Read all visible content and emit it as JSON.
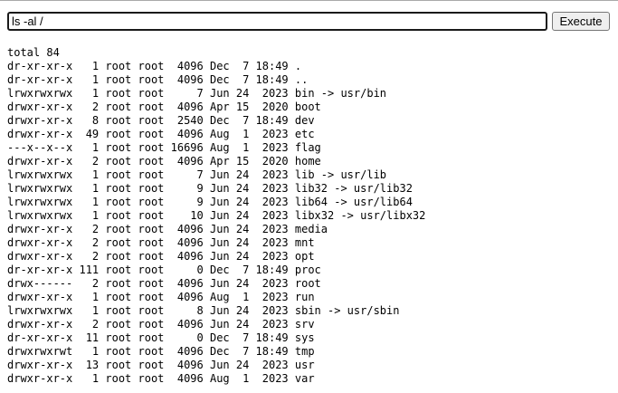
{
  "command": {
    "value": "ls -al /",
    "button_label": "Execute"
  },
  "output": {
    "lines": [
      "total 84",
      "dr-xr-xr-x   1 root root  4096 Dec  7 18:49 .",
      "dr-xr-xr-x   1 root root  4096 Dec  7 18:49 ..",
      "lrwxrwxrwx   1 root root     7 Jun 24  2023 bin -> usr/bin",
      "drwxr-xr-x   2 root root  4096 Apr 15  2020 boot",
      "drwxr-xr-x   8 root root  2540 Dec  7 18:49 dev",
      "drwxr-xr-x  49 root root  4096 Aug  1  2023 etc",
      "---x--x--x   1 root root 16696 Aug  1  2023 flag",
      "drwxr-xr-x   2 root root  4096 Apr 15  2020 home",
      "lrwxrwxrwx   1 root root     7 Jun 24  2023 lib -> usr/lib",
      "lrwxrwxrwx   1 root root     9 Jun 24  2023 lib32 -> usr/lib32",
      "lrwxrwxrwx   1 root root     9 Jun 24  2023 lib64 -> usr/lib64",
      "lrwxrwxrwx   1 root root    10 Jun 24  2023 libx32 -> usr/libx32",
      "drwxr-xr-x   2 root root  4096 Jun 24  2023 media",
      "drwxr-xr-x   2 root root  4096 Jun 24  2023 mnt",
      "drwxr-xr-x   2 root root  4096 Jun 24  2023 opt",
      "dr-xr-xr-x 111 root root     0 Dec  7 18:49 proc",
      "drwx------   2 root root  4096 Jun 24  2023 root",
      "drwxr-xr-x   1 root root  4096 Aug  1  2023 run",
      "lrwxrwxrwx   1 root root     8 Jun 24  2023 sbin -> usr/sbin",
      "drwxr-xr-x   2 root root  4096 Jun 24  2023 srv",
      "dr-xr-xr-x  11 root root     0 Dec  7 18:49 sys",
      "drwxrwxrwt   1 root root  4096 Dec  7 18:49 tmp",
      "drwxr-xr-x  13 root root  4096 Jun 24  2023 usr",
      "drwxr-xr-x   1 root root  4096 Aug  1  2023 var"
    ]
  }
}
